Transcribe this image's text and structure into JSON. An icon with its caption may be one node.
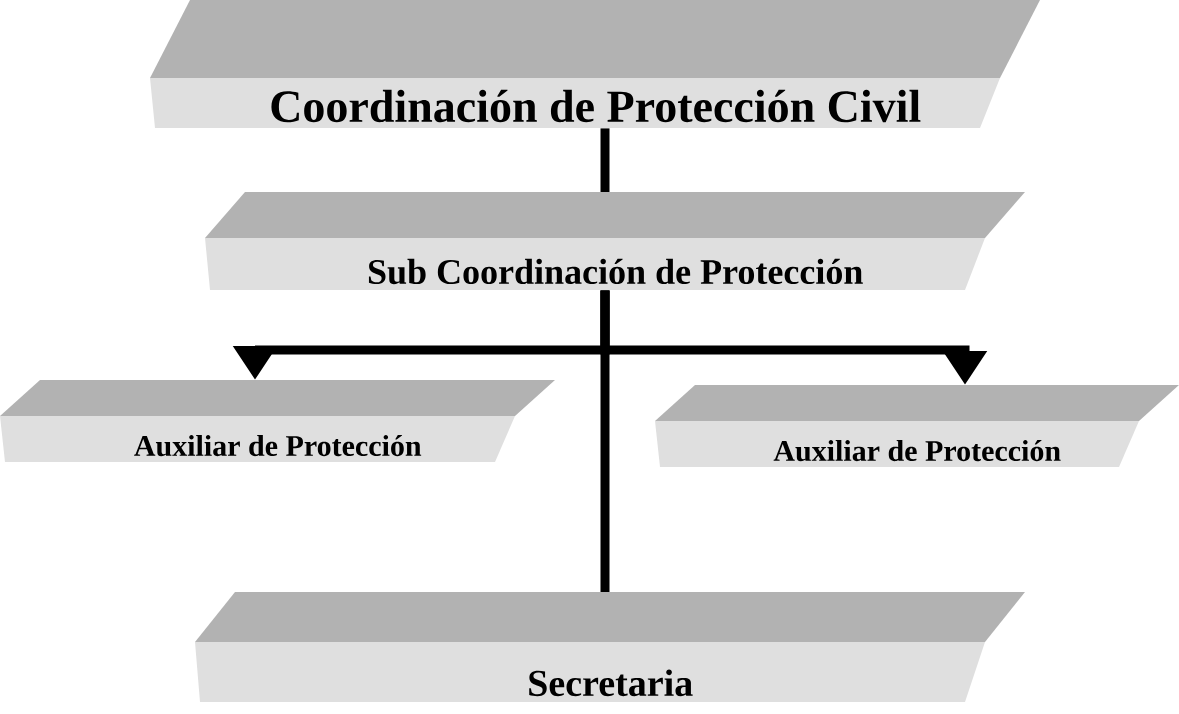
{
  "diagram": {
    "nodes": [
      {
        "text": [
          "Coordinación de Protección Civil"
        ]
      },
      {
        "text": [
          "Sub Coordinación de Protección"
        ]
      },
      {
        "text": [
          "Auxiliar de Protección"
        ]
      },
      {
        "text": [
          "Auxiliar de Protección"
        ]
      },
      {
        "text": [
          "Secretaria"
        ]
      }
    ],
    "edges": [
      {
        "from": 0,
        "to": 1,
        "arrow": "none"
      },
      {
        "from": 1,
        "to": 2,
        "arrow": "to"
      },
      {
        "from": 1,
        "to": 3,
        "arrow": "to"
      },
      {
        "from": 1,
        "to": 4,
        "arrow": "none"
      }
    ]
  }
}
